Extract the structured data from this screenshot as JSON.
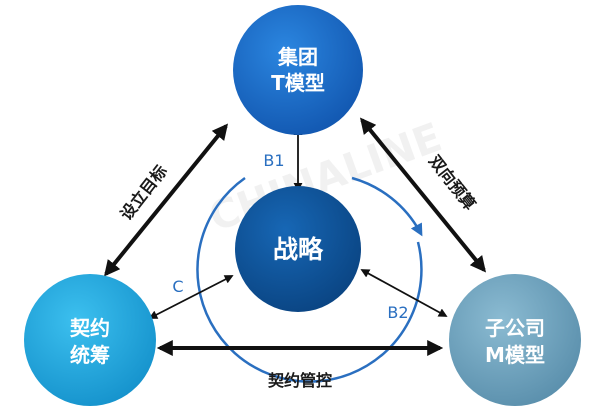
{
  "nodes": {
    "group": {
      "line1": "集团",
      "line2": "T模型",
      "color": "#1565c0"
    },
    "strategy": {
      "label": "战略",
      "color": "#0b4f8f"
    },
    "contract": {
      "line1": "契约",
      "line2": "统筹",
      "color": "#1ea3d8"
    },
    "subsidiary": {
      "line1": "子公司",
      "line2": "M模型",
      "color": "#6a9db8"
    }
  },
  "edges": {
    "left": "设立目标",
    "right": "双向预算",
    "bottom": "契约管控"
  },
  "ring_labels": {
    "b1": "B1",
    "b2": "B2",
    "c": "C"
  },
  "watermark": "CHINALINE",
  "colors": {
    "arrow": "#111111",
    "ring": "#2a6fc0"
  }
}
